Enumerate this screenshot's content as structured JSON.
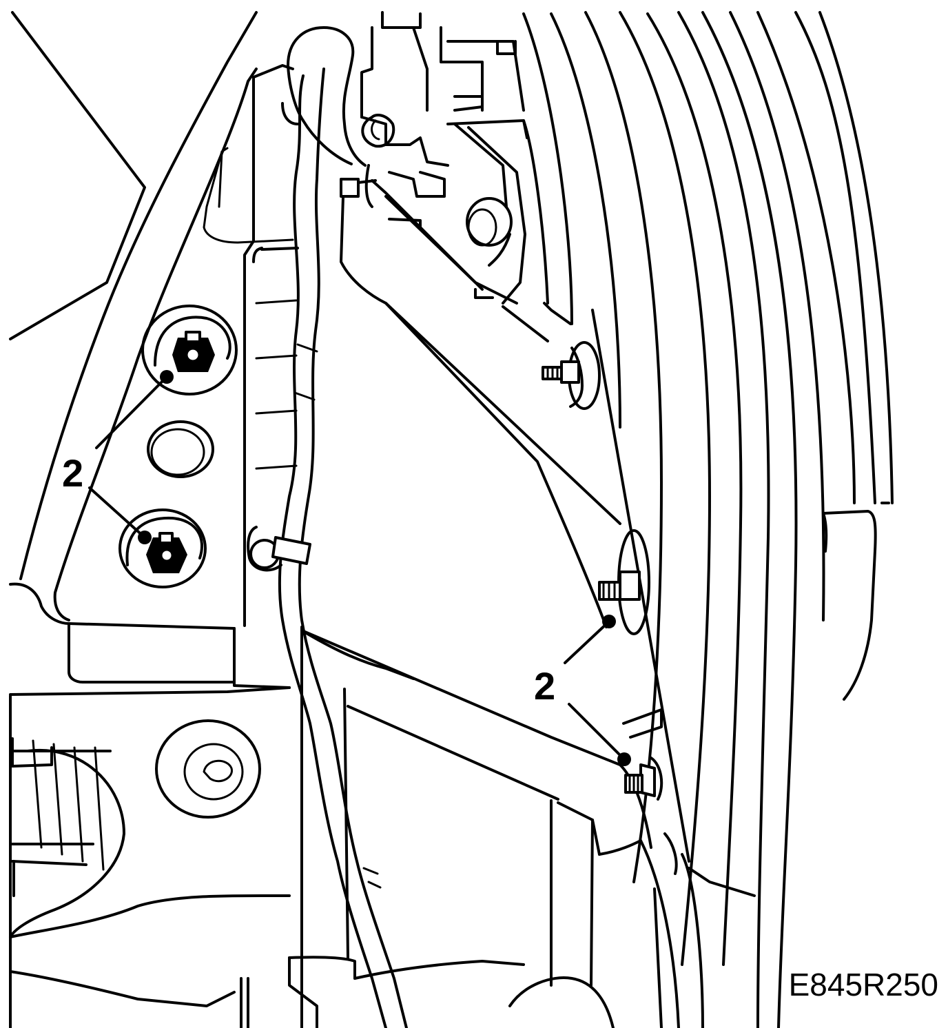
{
  "figure": {
    "code": "E845R250",
    "callouts": [
      {
        "label": "2",
        "target": "upper-left-bolts"
      },
      {
        "label": "2",
        "target": "right-side-bolts"
      }
    ]
  }
}
